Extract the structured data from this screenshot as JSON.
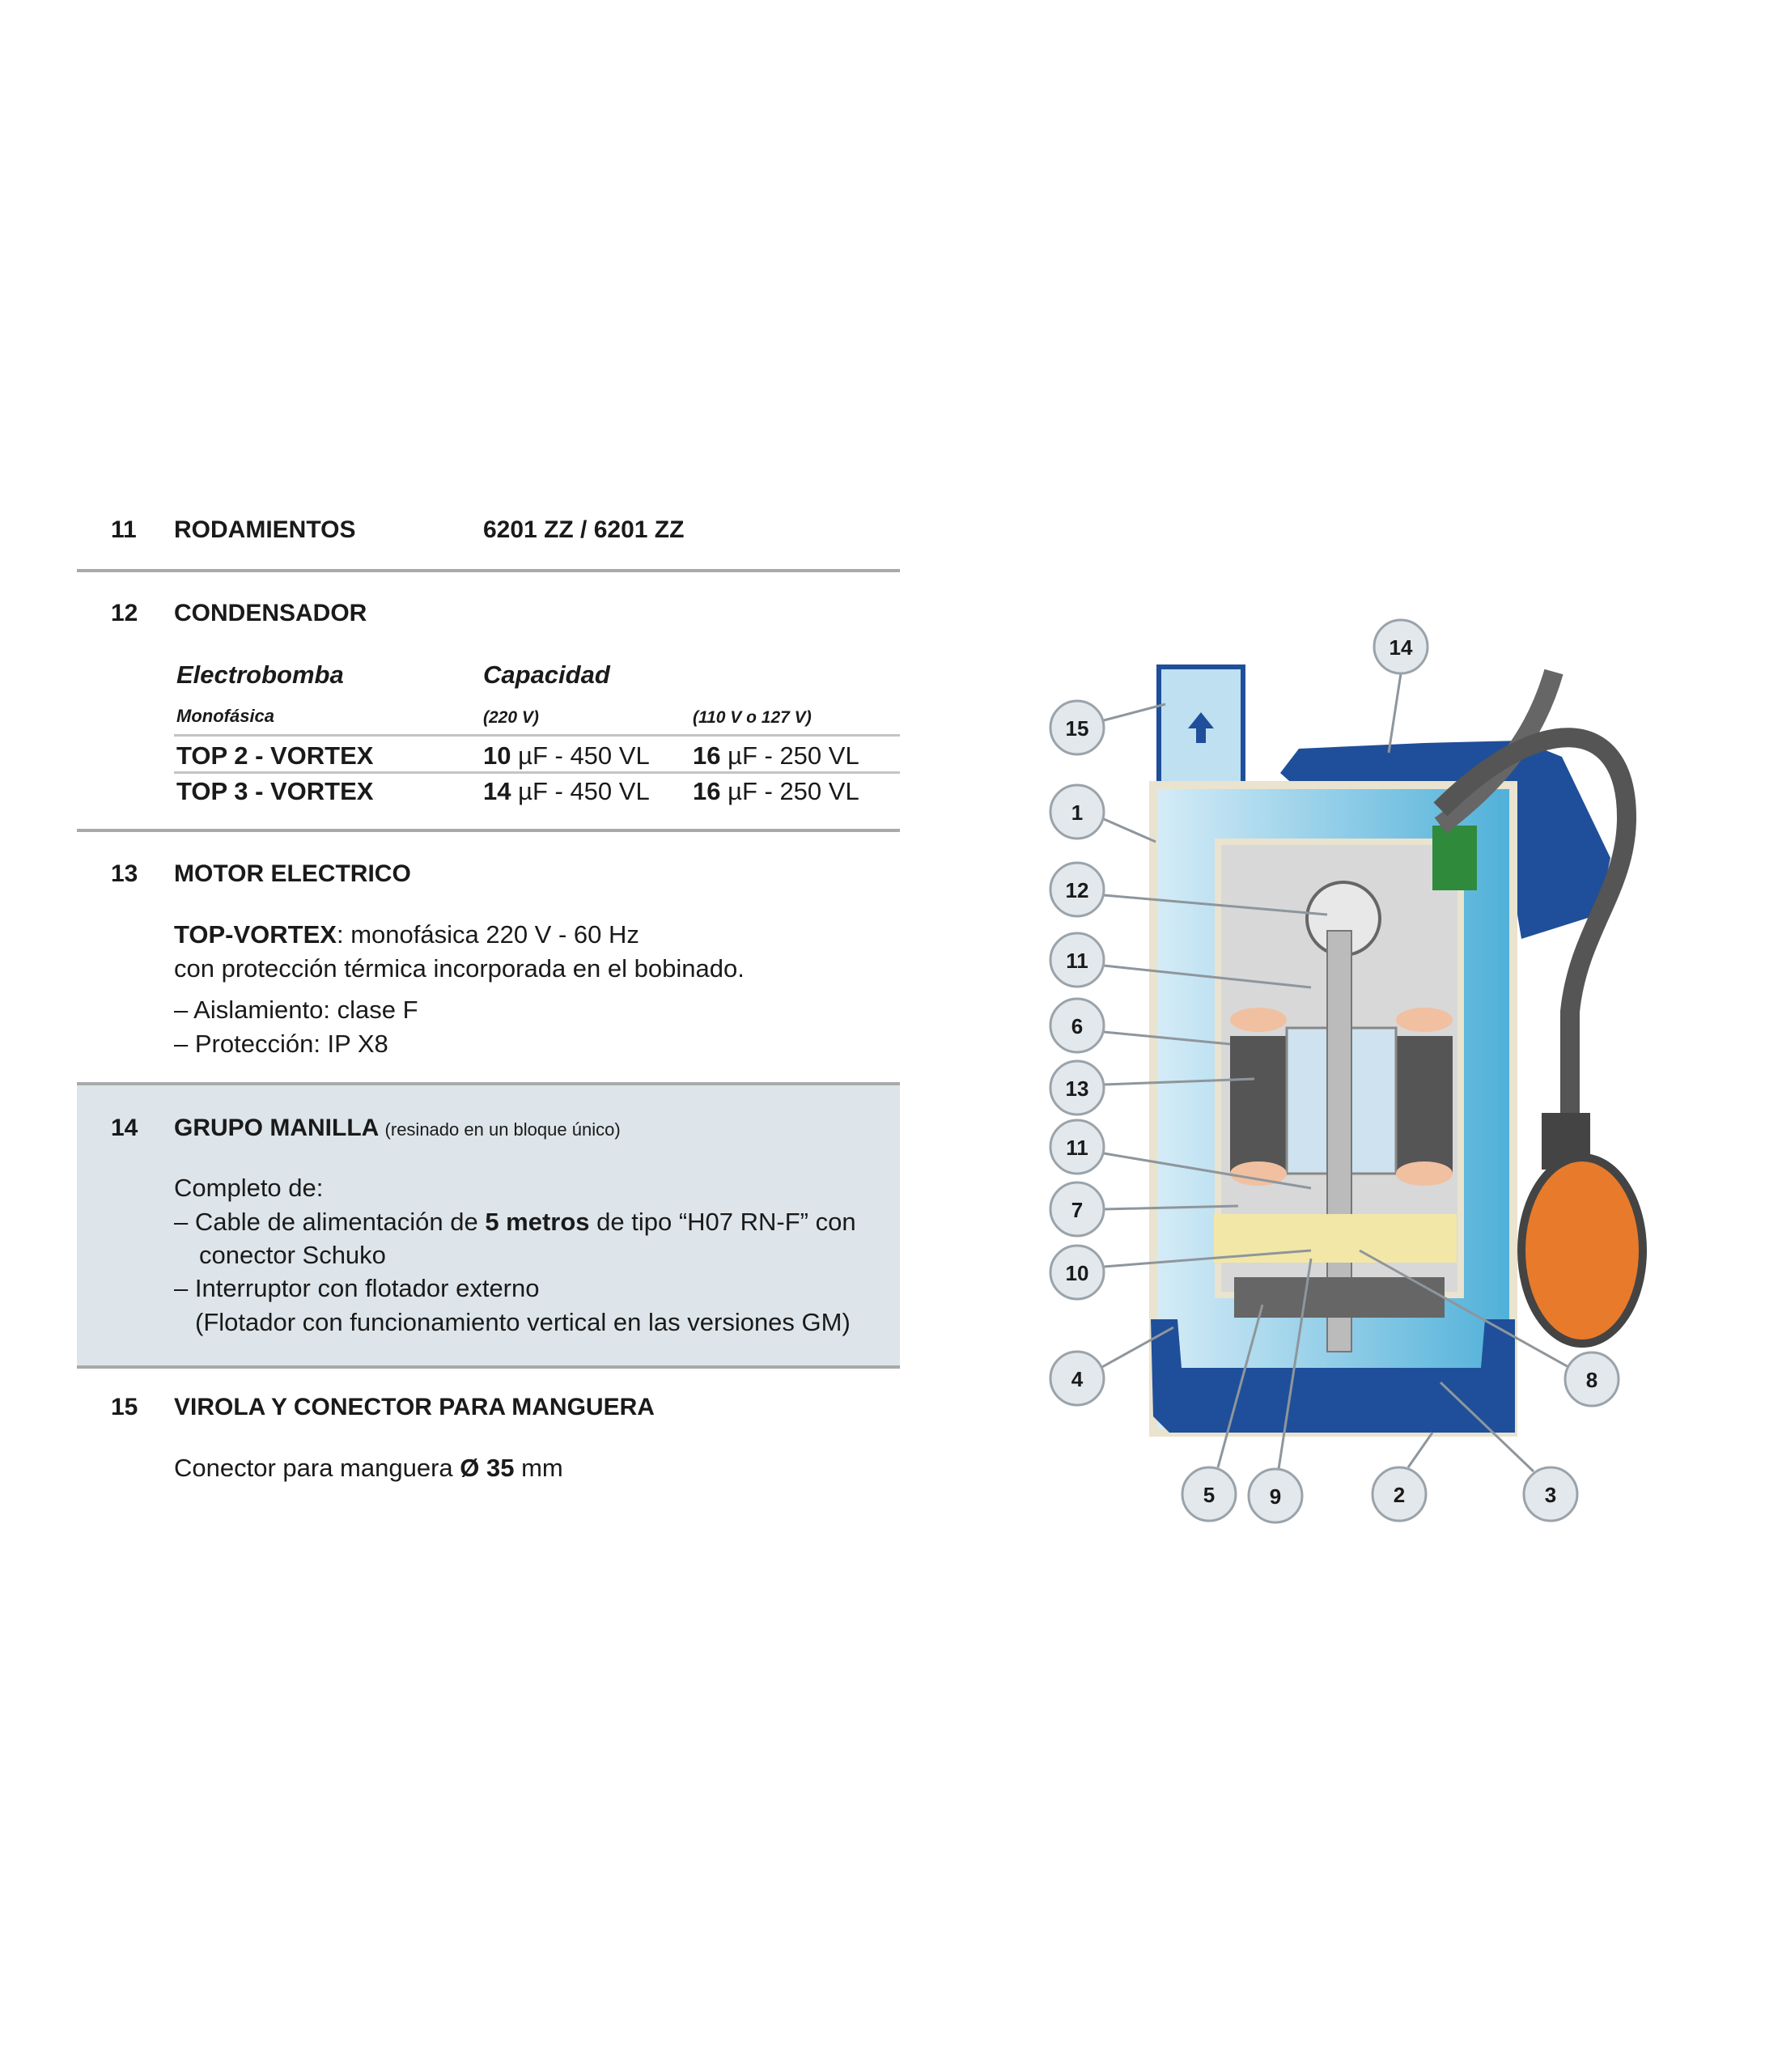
{
  "sections": {
    "s11": {
      "num": "11",
      "title": "RODAMIENTOS",
      "value": "6201 ZZ / 6201 ZZ"
    },
    "s12": {
      "num": "12",
      "title": "CONDENSADOR",
      "table": {
        "col1_header": "Electrobomba",
        "col2_header": "Capacidad",
        "col1_sub": "Monofásica",
        "col2_sub": "(220 V)",
        "col3_sub": "(110 V o 127 V)",
        "rows": [
          {
            "model": "TOP 2 - VORTEX",
            "c220_val": "10",
            "c220_unit": " µF - 450 VL",
            "c110_val": "16",
            "c110_unit": " µF - 250 VL"
          },
          {
            "model": "TOP 3 - VORTEX",
            "c220_val": "14",
            "c220_unit": " µF - 450 VL",
            "c110_val": "16",
            "c110_unit": " µF - 250 VL"
          }
        ]
      }
    },
    "s13": {
      "num": "13",
      "title": "MOTOR ELECTRICO",
      "model": "TOP-VORTEX",
      "line1": ": monofásica 220 V - 60 Hz",
      "line2": "con protección térmica incorporada en el bobinado.",
      "bullet1": "– Aislamiento: clase F",
      "bullet2": "– Protección: IP X8"
    },
    "s14": {
      "num": "14",
      "title": "GRUPO MANILLA",
      "subtitle": "(resinado en un bloque único)",
      "intro": "Completo de:",
      "b1_pre": "– Cable de alimentación de ",
      "b1_bold": "5 metros",
      "b1_post": " de tipo “H07 RN-F” con",
      "b1_cont": "conector Schuko",
      "b2": "– Interruptor con flotador externo",
      "b2_cont": "(Flotador con funcionamiento vertical en las versiones GM)"
    },
    "s15": {
      "num": "15",
      "title": "VIROLA Y CONECTOR PARA MANGUERA",
      "text_pre": "Conector para manguera ",
      "text_bold": "Ø 35",
      "text_post": " mm"
    }
  },
  "diagram": {
    "callouts": [
      "14",
      "15",
      "1",
      "12",
      "11",
      "6",
      "13",
      "11",
      "7",
      "10",
      "4",
      "8",
      "5",
      "9",
      "2",
      "3"
    ],
    "colors": {
      "body": "#a9d4ea",
      "blue": "#1f4f9a",
      "orange": "#e87a2b",
      "gray": "#6b6b6b"
    }
  }
}
